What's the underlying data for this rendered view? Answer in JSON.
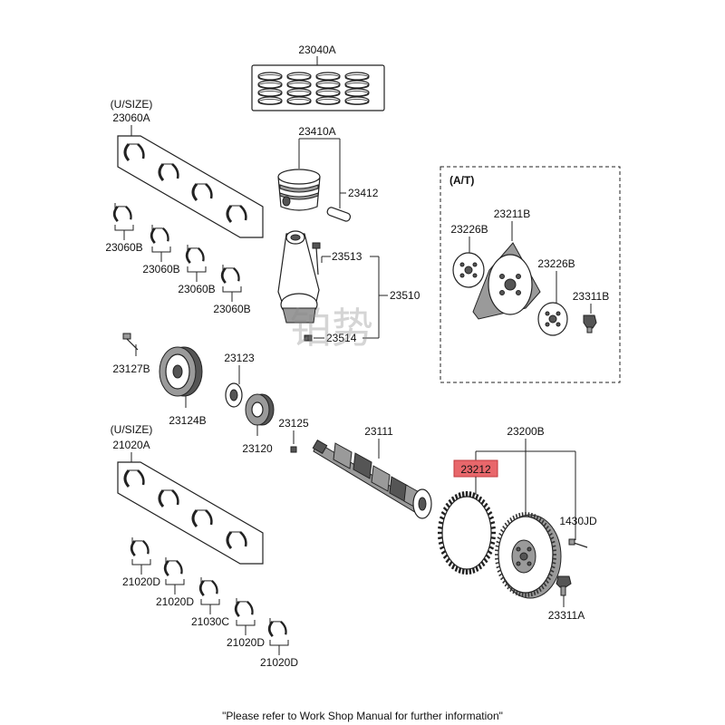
{
  "labels": {
    "piston_rings": "23040A",
    "piston": "23410A",
    "piston_pin": "23412",
    "conrod_bolt": "23513",
    "conrod_assy": "23510",
    "conrod_nut": "23514",
    "upper_usize": "(U/SIZE)",
    "upper_bearing_set": "23060A",
    "upper_b1": "23060B",
    "upper_b2": "23060B",
    "upper_b3": "23060B",
    "upper_b4": "23060B",
    "at_title": "(A/T)",
    "at_plate": "23211B",
    "at_adapter_left": "23226B",
    "at_adapter_right": "23226B",
    "at_bolt": "23311B",
    "pulley_bolt": "23127B",
    "pulley": "23124B",
    "key_washer": "23123",
    "sprocket": "23120",
    "key": "23125",
    "crankshaft": "23111",
    "flywheel_assy": "23200B",
    "ring_gear": "23212",
    "dowel_pin": "1430JD",
    "flywheel_bolt": "23311A",
    "lower_usize": "(U/SIZE)",
    "main_bearing_set": "21020A",
    "main_d1": "21020D",
    "main_d2": "21020D",
    "main_thrust": "21030C",
    "main_d3": "21020D",
    "main_d4": "21020D"
  },
  "highlight_color": "#e8676b",
  "watermark": "铂势",
  "footer": "\"Please refer to Work Shop Manual for further information\""
}
